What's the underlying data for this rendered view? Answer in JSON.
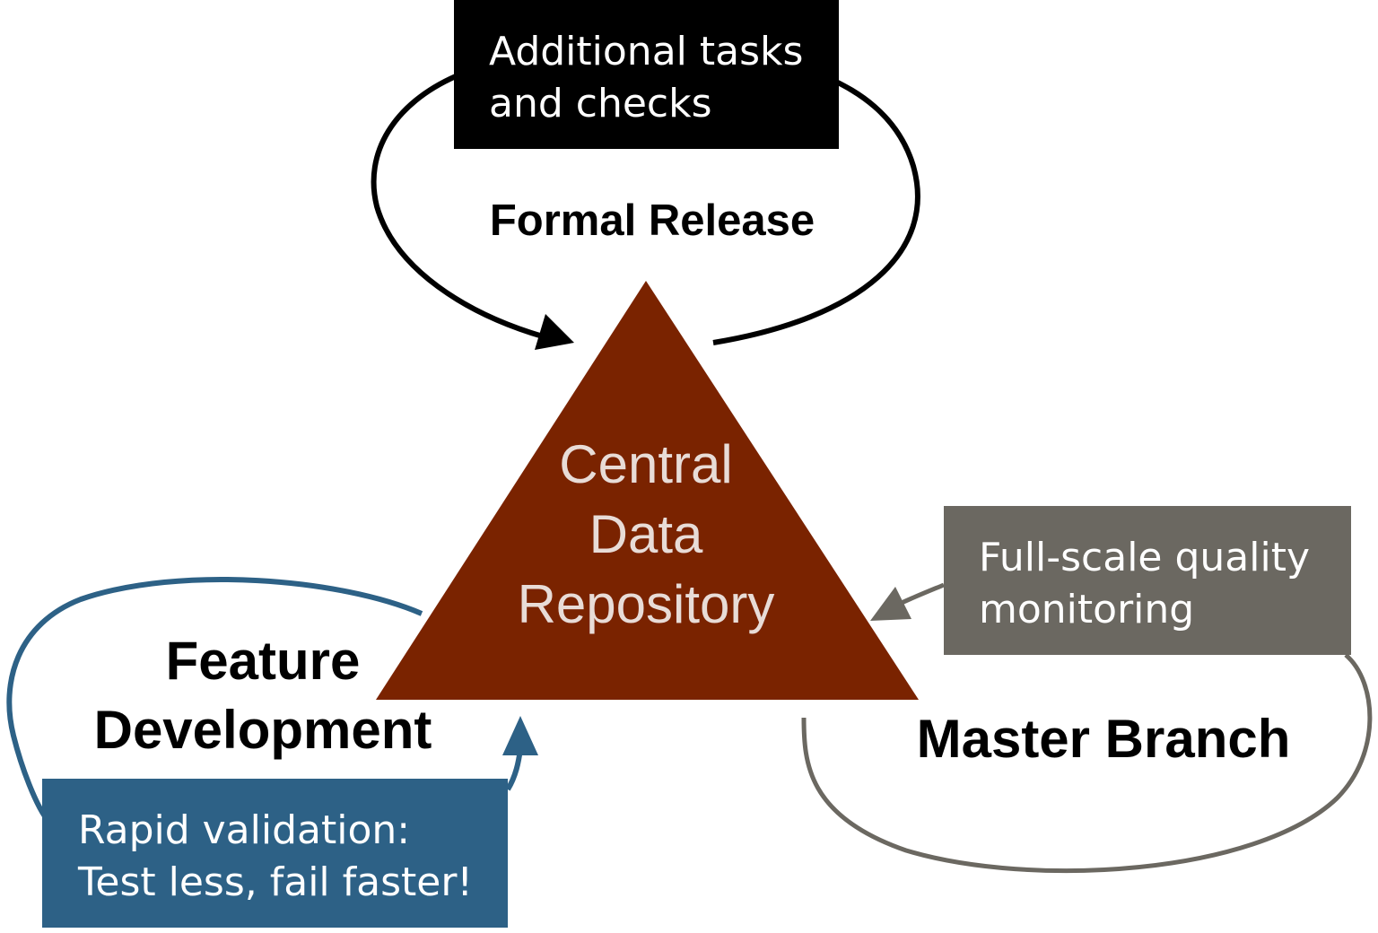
{
  "colors": {
    "triangle": "#7a2300",
    "triangle_text": "#e8dcd7",
    "release_loop": "#000000",
    "feature_loop": "#2d6186",
    "master_loop": "#6b6861",
    "release_box": "#000000",
    "feature_box": "#2d6186",
    "master_box": "#6b6861",
    "box_text": "#ffffff"
  },
  "center": {
    "lines": [
      "Central",
      "Data",
      "Repository"
    ]
  },
  "release": {
    "label": "Formal Release",
    "note_lines": [
      "Additional tasks",
      "and checks"
    ]
  },
  "feature": {
    "label_lines": [
      "Feature",
      "Development"
    ],
    "note_lines": [
      "Rapid validation:",
      "Test less, fail faster!"
    ]
  },
  "master": {
    "label": "Master Branch",
    "note_lines": [
      "Full-scale quality",
      "monitoring"
    ]
  }
}
